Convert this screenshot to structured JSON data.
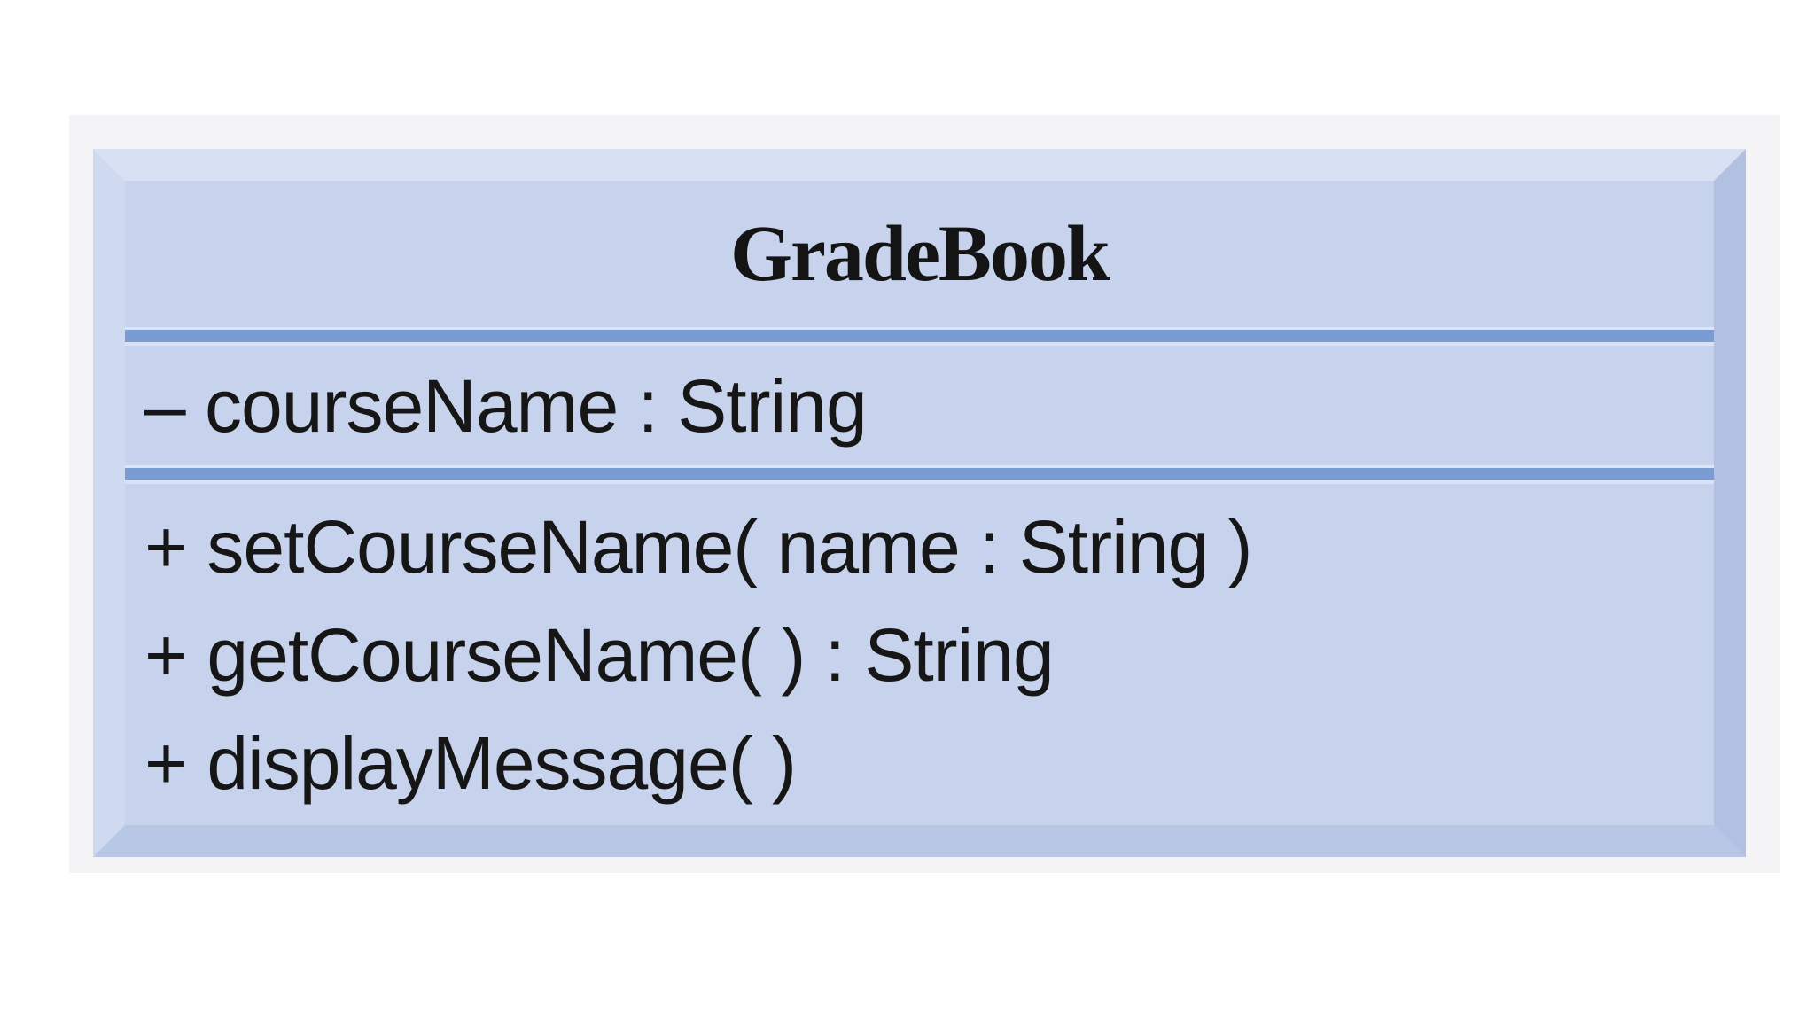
{
  "figure": {
    "class_name": "GradeBook",
    "attributes": [
      "– courseName : String"
    ],
    "methods": [
      "+ setCourseName( name : String )",
      "+ getCourseName( ) : String",
      "+ displayMessage( )"
    ],
    "colors": {
      "page_background": "#ffffff",
      "panel_background": "#f4f4f6",
      "box_fill": "#c7d2ec",
      "bevel_top": "#d8e1f4",
      "bevel_left": "#cfdaf1",
      "bevel_right": "#b2c1e2",
      "bevel_bottom": "#b9c7e6",
      "separator_line": "#7b9cd3",
      "text": "#161616"
    }
  }
}
